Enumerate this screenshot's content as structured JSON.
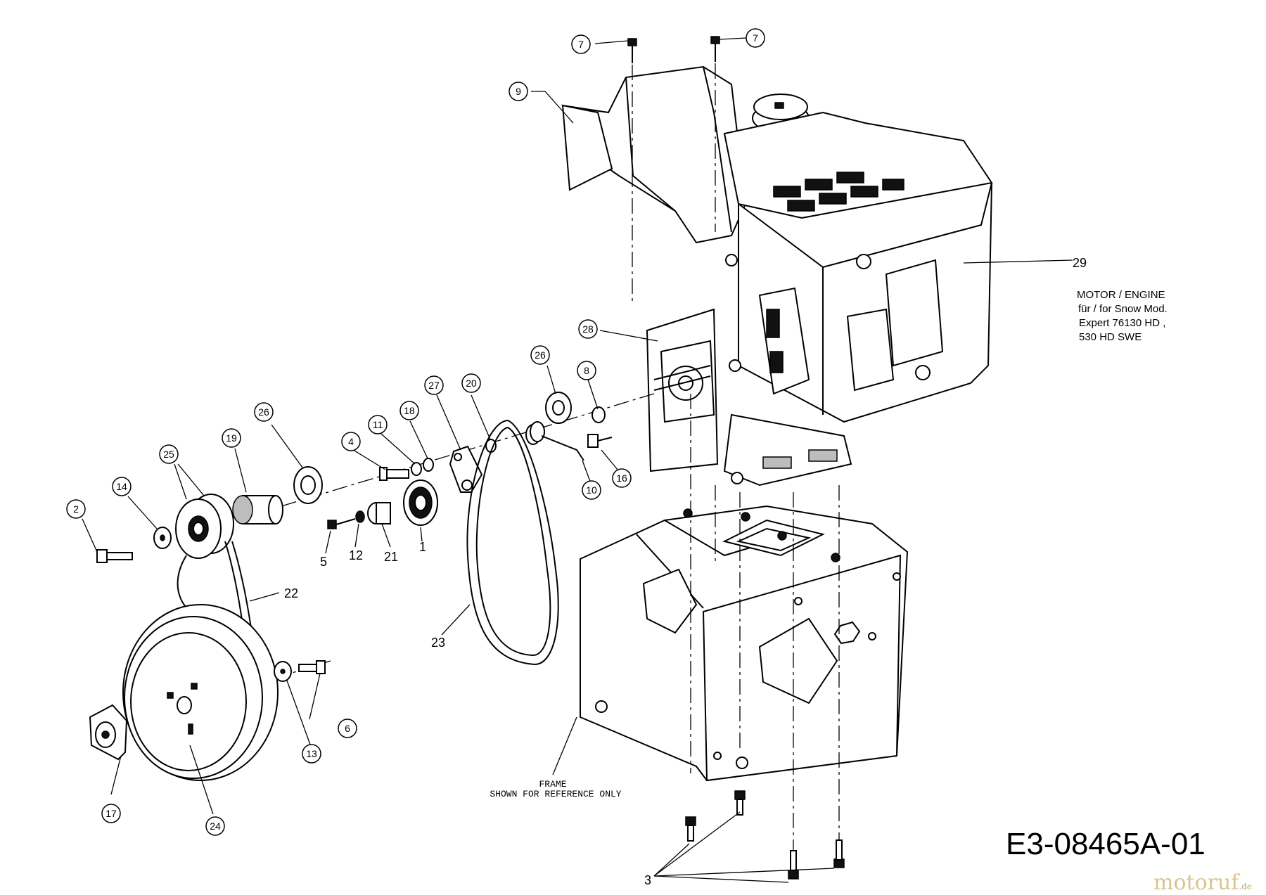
{
  "callouts": {
    "p1": "1",
    "p2": "2",
    "p3": "3",
    "p4": "4",
    "p5": "5",
    "p6": "6",
    "p7a": "7",
    "p7b": "7",
    "p8": "8",
    "p9": "9",
    "p10": "10",
    "p11": "11",
    "p12": "12",
    "p13": "13",
    "p14": "14",
    "p16": "16",
    "p17": "17",
    "p18": "18",
    "p19": "19",
    "p20": "20",
    "p21": "21",
    "p22": "22",
    "p23": "23",
    "p24": "24",
    "p25": "25",
    "p26a": "26",
    "p26b": "26",
    "p27": "27",
    "p28": "28",
    "p29": "29"
  },
  "engine_note": {
    "line1": "MOTOR / ENGINE",
    "line2": "für / for Snow Mod.",
    "line3": "Expert 76130 HD ,",
    "line4": "530 HD SWE"
  },
  "frame_note": {
    "line1": "FRAME",
    "line2": "SHOWN FOR REFERENCE ONLY"
  },
  "drawing_code": "E3-08465A-01",
  "watermark": {
    "brand": "motoruf",
    "suffix": ".de"
  }
}
